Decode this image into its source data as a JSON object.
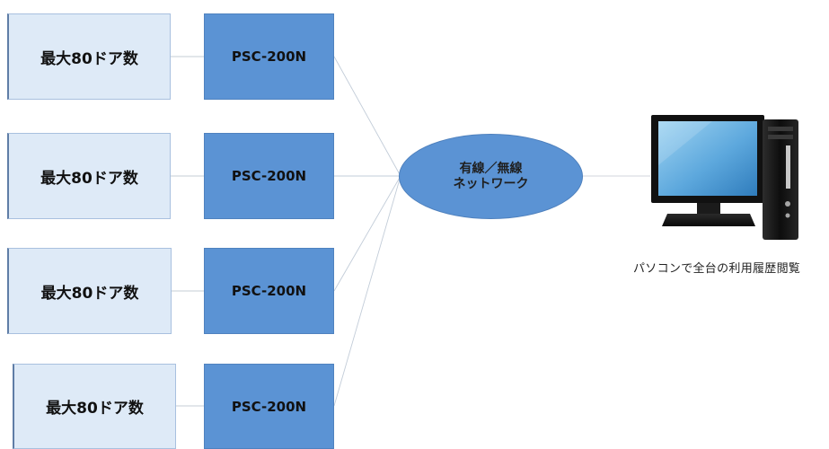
{
  "door_units": [
    {
      "label": "最大80ドア数"
    },
    {
      "label": "最大80ドア数"
    },
    {
      "label": "最大80ドア数"
    },
    {
      "label": "最大80ドア数"
    }
  ],
  "controllers": [
    {
      "label": "PSC-200N"
    },
    {
      "label": "PSC-200N"
    },
    {
      "label": "PSC-200N"
    },
    {
      "label": "PSC-200N"
    }
  ],
  "network": {
    "line1": "有線／無線",
    "line2": "ネットワーク"
  },
  "pc": {
    "icon": "desktop-computer-icon",
    "caption": "パソコンで全台の利用履歴閲覧"
  },
  "colors": {
    "door_fill": "#deeaf7",
    "controller_fill": "#5b93d4",
    "network_fill": "#5b93d4",
    "connector_line": "#c2ccd8"
  }
}
